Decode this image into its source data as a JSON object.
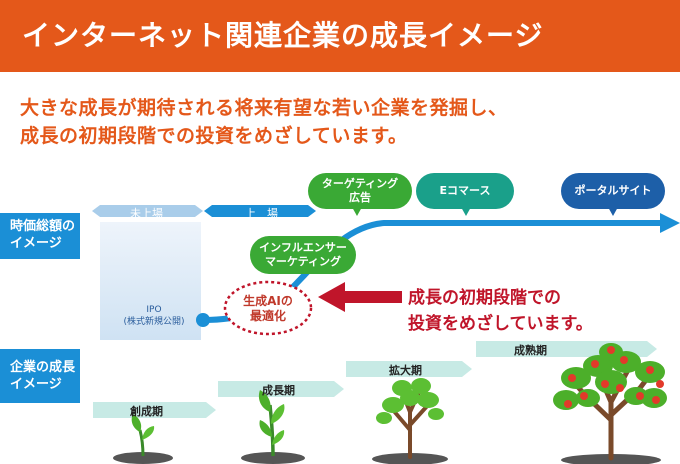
{
  "header": {
    "title": "インターネット関連企業の成長イメージ"
  },
  "subtitle": {
    "line1": "大きな成長が期待される将来有望な若い企業を発掘し、",
    "line2": "成長の初期段階での投資をめざしています。"
  },
  "side_labels": {
    "market_cap": [
      "時価総額の",
      "イメージ"
    ],
    "company_growth": [
      "企業の成長",
      "イメージ"
    ]
  },
  "listing": {
    "pre": "未上場",
    "post": "上　場"
  },
  "ipo": {
    "line1": "IPO",
    "line2": "(株式新規公開)"
  },
  "bubbles": {
    "targeting": [
      "ターゲティング",
      "広告"
    ],
    "ecommerce": "Eコマース",
    "portal": "ポータルサイト",
    "influencer": [
      "インフルエンサー",
      "マーケティング"
    ]
  },
  "ai": [
    "生成AIの",
    "最適化"
  ],
  "callout": {
    "line1": "成長の初期段階での",
    "line2": "投資をめざしています。"
  },
  "stages": [
    "創成期",
    "成長期",
    "拡大期",
    "成熟期"
  ],
  "colors": {
    "orange": "#e4581a",
    "blue": "#1b8fd6",
    "green": "#3aa935",
    "teal": "#1aa08a",
    "navy": "#1d5fa8",
    "red": "#c0152a",
    "stage_bar": "#c7eae5"
  },
  "icons": [
    "seedling-icon",
    "sapling-icon",
    "young-tree-icon",
    "fruit-tree-icon"
  ]
}
